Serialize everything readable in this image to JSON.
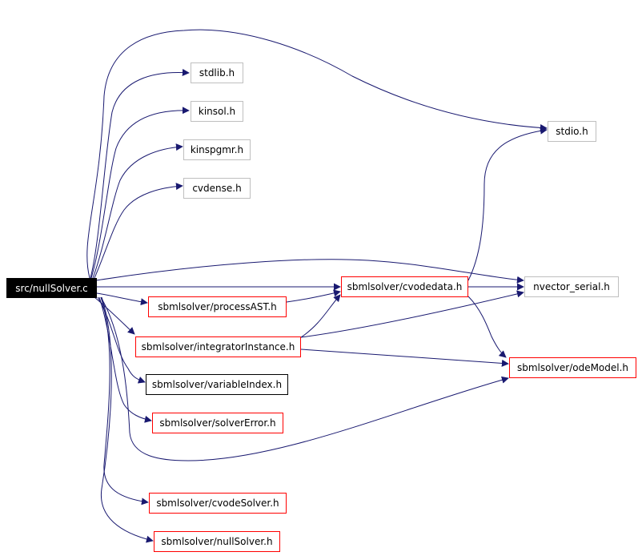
{
  "colors": {
    "edge": "#191970",
    "external_border": "#bfbfbf",
    "project_border": "#ff0000",
    "documented_border": "#000000",
    "root_fill": "#000000",
    "root_text": "#ffffff"
  },
  "nodes": {
    "root": "src/nullSolver.c",
    "stdlib": "stdlib.h",
    "kinsol": "kinsol.h",
    "kinspgmr": "kinspgmr.h",
    "cvdense": "cvdense.h",
    "stdio": "stdio.h",
    "nvector_serial": "nvector_serial.h",
    "cvodedata": "sbmlsolver/cvodedata.h",
    "processAST": "sbmlsolver/processAST.h",
    "integratorInstance": "sbmlsolver/integratorInstance.h",
    "odeModel": "sbmlsolver/odeModel.h",
    "variableIndex": "sbmlsolver/variableIndex.h",
    "solverError": "sbmlsolver/solverError.h",
    "cvodeSolver": "sbmlsolver/cvodeSolver.h",
    "nullSolver": "sbmlsolver/nullSolver.h"
  }
}
